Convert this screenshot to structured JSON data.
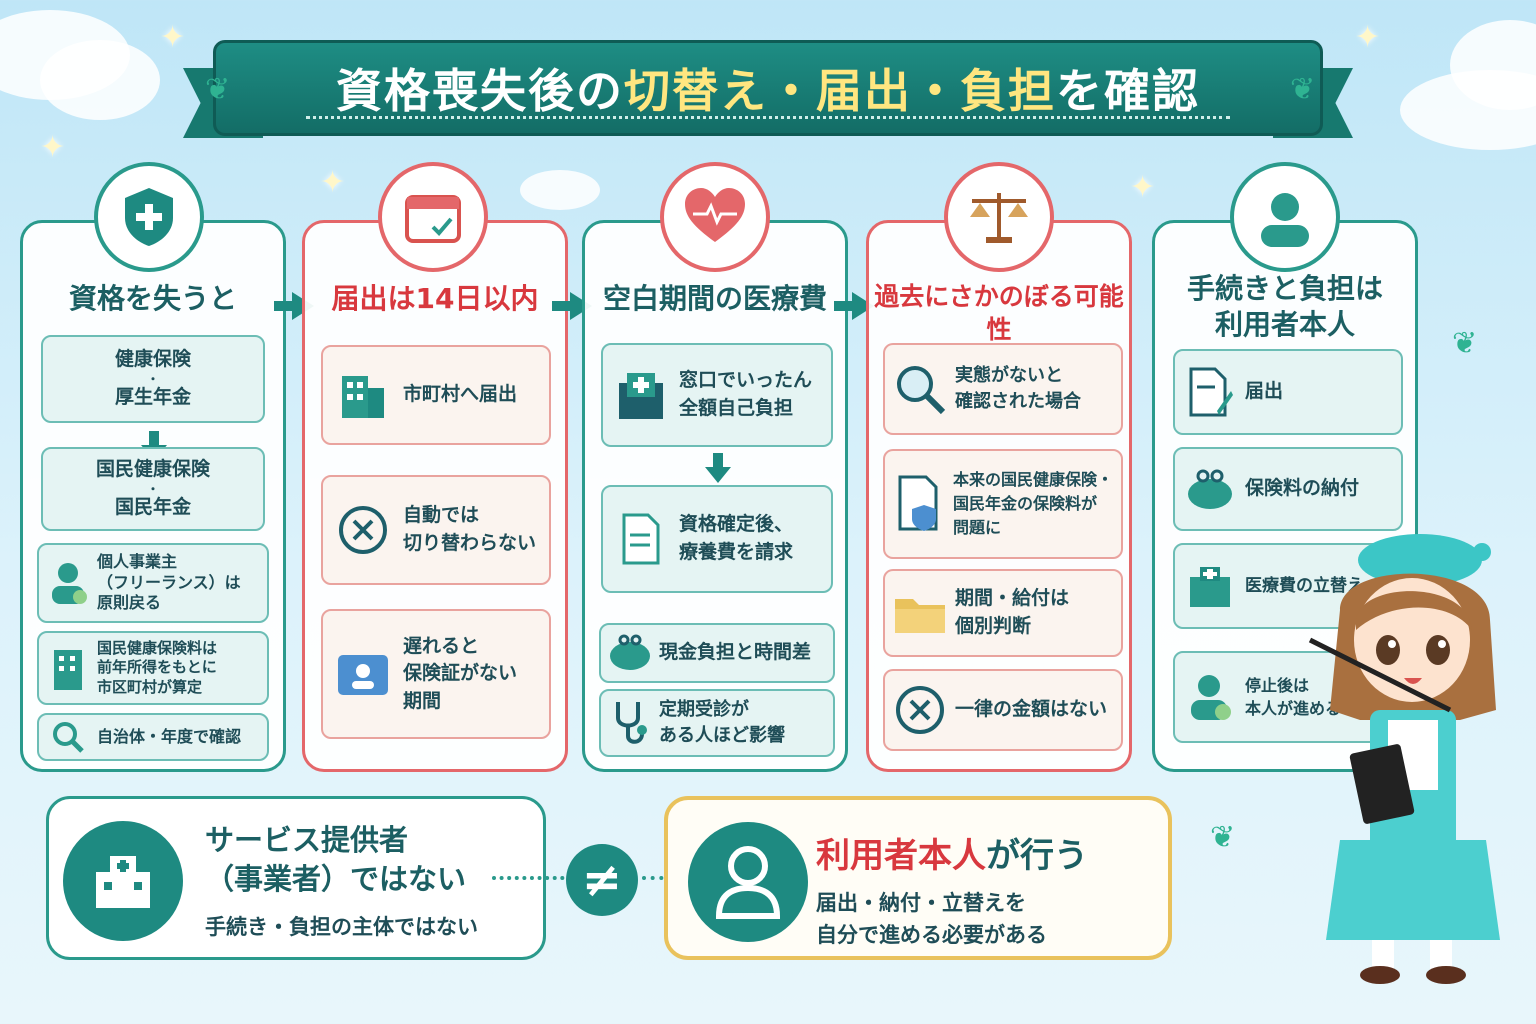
{
  "title": {
    "prefix": "資格喪失後の",
    "highlight": "切替え・届出・負担",
    "suffix": "を確認"
  },
  "columns": [
    {
      "title": "資格を失うと",
      "boxes": [
        {
          "lines": [
            "健康保険",
            "・",
            "厚生年金"
          ]
        },
        {
          "lines": [
            "国民健康保険",
            "・",
            "国民年金"
          ]
        },
        {
          "text": [
            "個人事業主",
            "（フリーランス）は",
            "原則戻る"
          ]
        },
        {
          "text": [
            "国民健康保険料は",
            "前年所得をもとに",
            "市区町村が算定"
          ]
        },
        {
          "text": [
            "自治体・年度で確認"
          ]
        }
      ]
    },
    {
      "title": "届出は14日以内",
      "boxes": [
        {
          "text": [
            "市町村へ届出"
          ]
        },
        {
          "text": [
            "自動では",
            "切り替わらない"
          ]
        },
        {
          "text": [
            "遅れると",
            "保険証がない",
            "期間"
          ]
        }
      ]
    },
    {
      "title": "空白期間の医療費",
      "boxes": [
        {
          "text": [
            "窓口でいったん",
            "全額自己負担"
          ]
        },
        {
          "text": [
            "資格確定後、",
            "療養費を請求"
          ]
        },
        {
          "text": [
            "現金負担と時間差"
          ]
        },
        {
          "text": [
            "定期受診が",
            "ある人ほど影響"
          ]
        }
      ]
    },
    {
      "title": "過去にさかのぼる可能性",
      "boxes": [
        {
          "text": [
            "実態がないと",
            "確認された場合"
          ]
        },
        {
          "text": [
            "本来の国民健康保険・",
            "国民年金の保険料が",
            "問題に"
          ]
        },
        {
          "text": [
            "期間・給付は",
            "個別判断"
          ]
        },
        {
          "text": [
            "一律の金額はない"
          ]
        }
      ]
    },
    {
      "title": [
        "手続きと負担は",
        "利用者本人"
      ],
      "boxes": [
        {
          "text": [
            "届出"
          ]
        },
        {
          "text": [
            "保険料の納付"
          ]
        },
        {
          "text": [
            "医療費の立替え"
          ]
        },
        {
          "text": [
            "停止後は",
            "本人が進める"
          ]
        }
      ]
    }
  ],
  "bottom_left": {
    "title": [
      "サービス提供者",
      "（事業者）ではない"
    ],
    "sub": "手続き・負担の主体ではない"
  },
  "not_equal": "≠",
  "bottom_right": {
    "title_red": "利用者本人",
    "title_rest": "が行う",
    "sub": [
      "届出・納付・立替えを",
      "自分で進める必要がある"
    ]
  },
  "colors": {
    "teal": "#2a9a8c",
    "dark_teal": "#136d66",
    "red": "#e4676a",
    "yellow": "#ffe680",
    "gold": "#e9c25c"
  }
}
